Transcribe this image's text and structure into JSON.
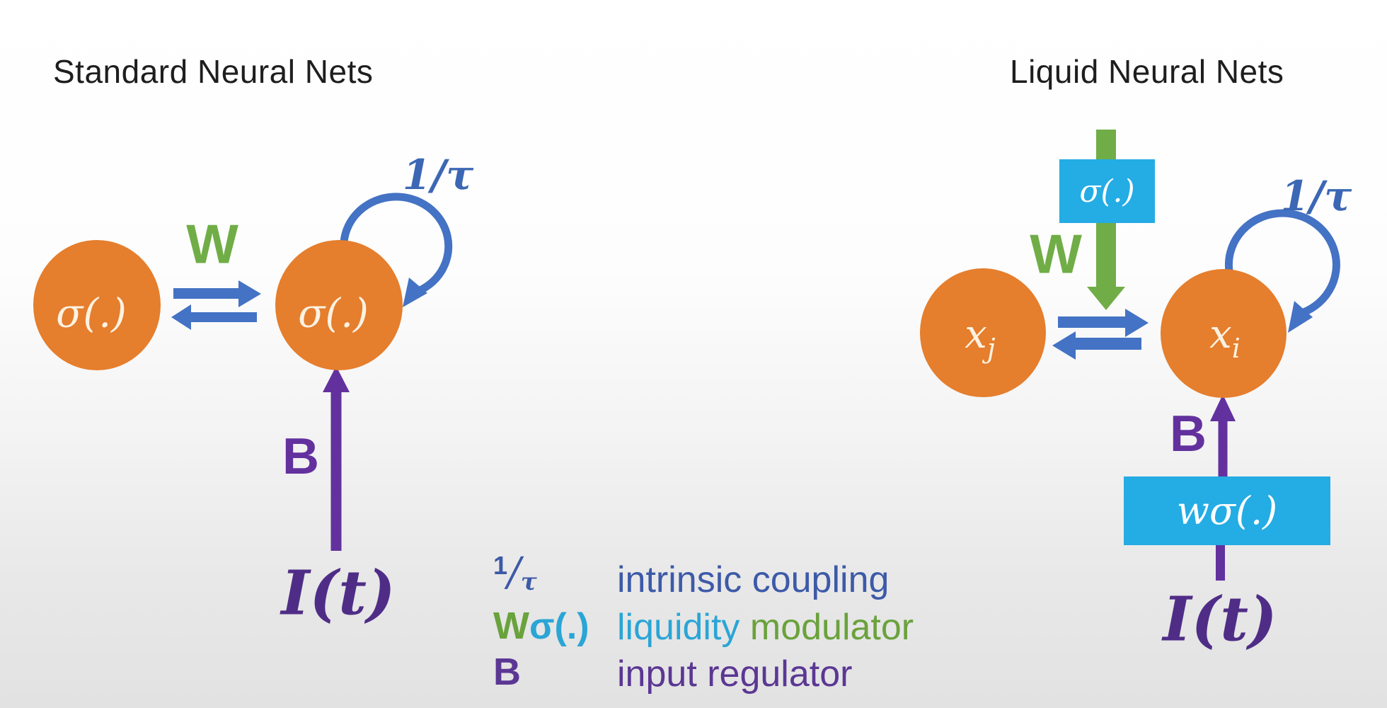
{
  "colors": {
    "title": "#1e1e1e",
    "node_fill": "#e57e2d",
    "node_text": "#fcf2e2",
    "arrow_blue": "#4472c4",
    "loop_label_blue": "#3c67b4",
    "green": "#70ad47",
    "purple": "#63319e",
    "purple_dark": "#4f2d87",
    "cyan_box": "#24ace4",
    "box_text": "#ffffff",
    "legend_blue": "#3d5aa8",
    "legend_cyan": "#2aa5d6",
    "legend_green": "#6aa23c",
    "legend_purple": "#5b3794"
  },
  "left_panel": {
    "title": "Standard Neural Nets",
    "node_a_label": "σ(.)",
    "node_b_label": "σ(.)",
    "weight_label": "W",
    "self_loop_label": "1/τ",
    "input_gain_label": "B",
    "input_signal_label": "I(t)"
  },
  "right_panel": {
    "title": "Liquid Neural Nets",
    "modulator_box_label": "σ(.)",
    "weight_label": "W",
    "node_j_base": "x",
    "node_j_sub": "j",
    "node_i_base": "x",
    "node_i_sub": "i",
    "self_loop_label": "1/τ",
    "input_gain_label": "B",
    "input_box_label": "wσ(.)",
    "input_signal_label": "I(t)"
  },
  "legend": {
    "row1": {
      "symbol_numerator": "1",
      "symbol_slash": "/",
      "symbol_denominator": "τ",
      "label": "intrinsic coupling"
    },
    "row2": {
      "symbol_w": "W",
      "symbol_sigma": "σ(.)",
      "label_part1": "liquidity",
      "label_part2": "modulator"
    },
    "row3": {
      "symbol": "B",
      "label": "input regulator"
    }
  }
}
